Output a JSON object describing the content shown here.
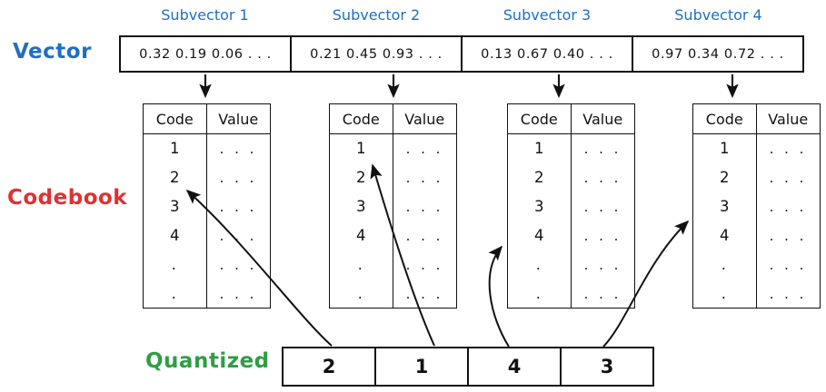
{
  "title": "Product Quantization diagram",
  "labels": {
    "vector": "Vector",
    "codebook": "Codebook",
    "quantized": "Quantized"
  },
  "colors": {
    "vector_label": "#1f6fc4",
    "codebook_label": "#e03131",
    "quantized_label": "#2f9e44",
    "subvector_caption": "#1f6fc4",
    "stroke": "#111111",
    "background": "#ffffff"
  },
  "subvectors": [
    {
      "caption": "Subvector 1",
      "values": "0.32  0.19  0.06 . . ."
    },
    {
      "caption": "Subvector 2",
      "values": "0.21  0.45  0.93 . . ."
    },
    {
      "caption": "Subvector 3",
      "values": "0.13  0.67  0.40 . . ."
    },
    {
      "caption": "Subvector 4",
      "values": "0.97  0.34  0.72 . . ."
    }
  ],
  "codebooks": [
    {
      "headers": {
        "code": "Code",
        "value": "Value"
      },
      "codes": [
        "1",
        "2",
        "3",
        "4",
        ".",
        "."
      ],
      "values": [
        ". . .",
        ". . .",
        ". . .",
        ". . .",
        ". . .",
        ". . ."
      ],
      "selected_code": "2"
    },
    {
      "headers": {
        "code": "Code",
        "value": "Value"
      },
      "codes": [
        "1",
        "2",
        "3",
        "4",
        ".",
        "."
      ],
      "values": [
        ". . .",
        ". . .",
        ". . .",
        ". . .",
        ". . .",
        ". . ."
      ],
      "selected_code": "1"
    },
    {
      "headers": {
        "code": "Code",
        "value": "Value"
      },
      "codes": [
        "1",
        "2",
        "3",
        "4",
        ".",
        "."
      ],
      "values": [
        ". . .",
        ". . .",
        ". . .",
        ". . .",
        ". . .",
        ". . ."
      ],
      "selected_code": "4"
    },
    {
      "headers": {
        "code": "Code",
        "value": "Value"
      },
      "codes": [
        "1",
        "2",
        "3",
        "4",
        ".",
        "."
      ],
      "values": [
        ". . .",
        ". . .",
        ". . .",
        ". . .",
        ". . .",
        ". . ."
      ],
      "selected_code": "3"
    }
  ],
  "quantized": {
    "cells": [
      "2",
      "1",
      "4",
      "3"
    ]
  },
  "arrows": {
    "down_from_vector": [
      "arrow-down-icon",
      "arrow-down-icon",
      "arrow-down-icon",
      "arrow-down-icon"
    ],
    "up_to_codebook": [
      "arrow-curve-icon",
      "arrow-curve-icon",
      "arrow-curve-icon",
      "arrow-curve-icon"
    ]
  }
}
